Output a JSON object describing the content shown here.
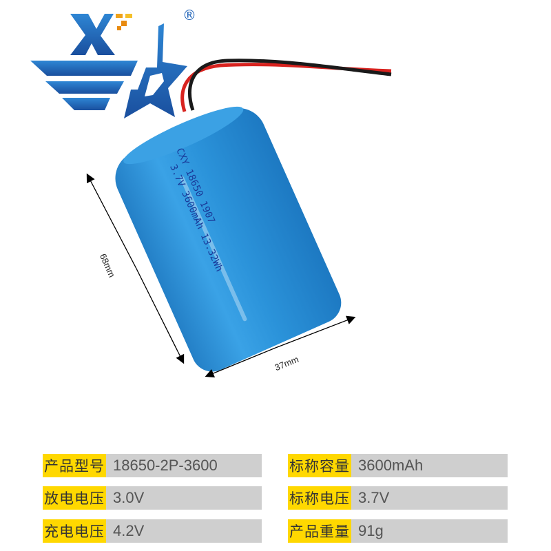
{
  "logo": {
    "brand_mark": "X",
    "registered": "®",
    "colors": {
      "blue": "#1f63b8",
      "orange": "#f0a21a"
    }
  },
  "product": {
    "battery_print": {
      "line1": "CXY 18650 1907",
      "line2": "3.7V 3600mAh 13.32Wh"
    },
    "battery_color": "#2a93d9",
    "wires": {
      "red": "#d8231f",
      "black": "#1a1a1a"
    }
  },
  "dimensions": {
    "height": "68mm",
    "width": "37mm"
  },
  "specs": {
    "left": [
      {
        "label": "产品型号",
        "value": "18650-2P-3600"
      },
      {
        "label": "放电电压",
        "value": "3.0V"
      },
      {
        "label": "充电电压",
        "value": "4.2V"
      }
    ],
    "right": [
      {
        "label": "标称容量",
        "value": "3600mAh"
      },
      {
        "label": "标称电压",
        "value": "3.7V"
      },
      {
        "label": "产品重量",
        "value": "91g"
      }
    ]
  }
}
